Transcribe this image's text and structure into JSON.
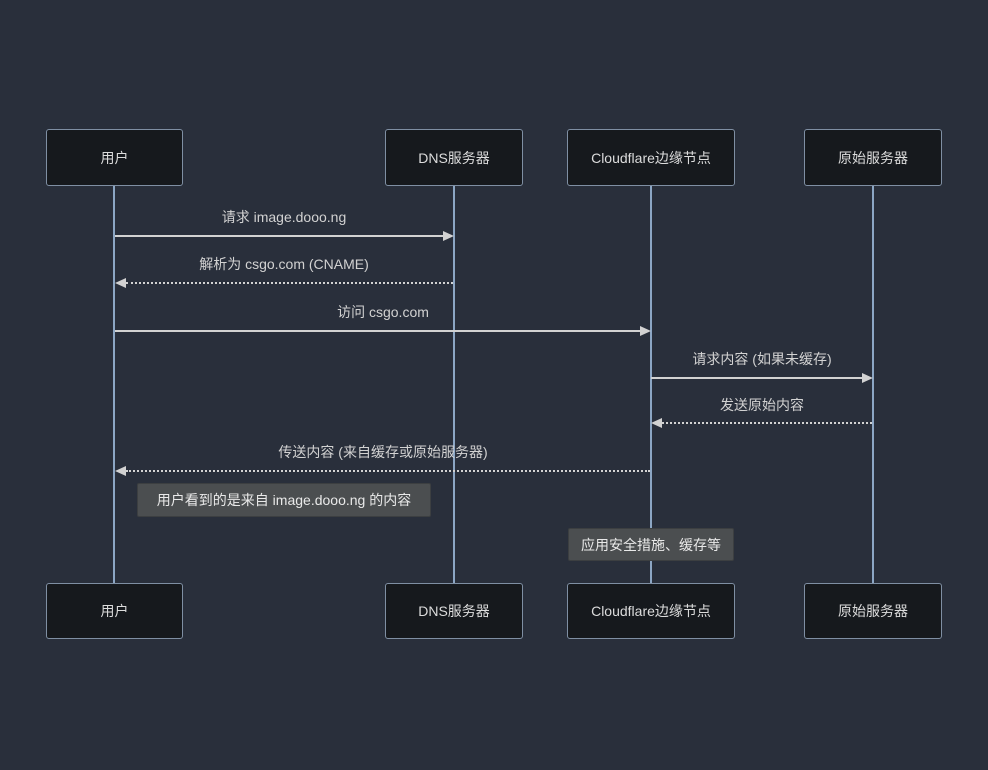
{
  "diagram": {
    "type": "sequence-diagram",
    "participants": [
      {
        "id": "user",
        "label": "用户"
      },
      {
        "id": "dns",
        "label": "DNS服务器"
      },
      {
        "id": "cloudflare",
        "label": "Cloudflare边缘节点"
      },
      {
        "id": "origin",
        "label": "原始服务器"
      }
    ],
    "messages": [
      {
        "from": "用户",
        "to": "DNS服务器",
        "label": "请求 image.dooo.ng",
        "line_style": "solid",
        "direction": "right"
      },
      {
        "from": "DNS服务器",
        "to": "用户",
        "label": "解析为 csgo.com (CNAME)",
        "line_style": "dotted",
        "direction": "left"
      },
      {
        "from": "用户",
        "to": "Cloudflare边缘节点",
        "label": "访问 csgo.com",
        "line_style": "solid",
        "direction": "right"
      },
      {
        "from": "Cloudflare边缘节点",
        "to": "原始服务器",
        "label": "请求内容 (如果未缓存)",
        "line_style": "solid",
        "direction": "right"
      },
      {
        "from": "原始服务器",
        "to": "Cloudflare边缘节点",
        "label": "发送原始内容",
        "line_style": "dotted",
        "direction": "left"
      },
      {
        "from": "Cloudflare边缘节点",
        "to": "用户",
        "label": "传送内容 (来自缓存或原始服务器)",
        "line_style": "dotted",
        "direction": "left"
      }
    ],
    "notes": [
      {
        "anchor": "right of 用户",
        "label": "用户看到的是来自 image.dooo.ng 的内容"
      },
      {
        "anchor": "over Cloudflare边缘节点",
        "label": "应用安全措施、缓存等"
      }
    ],
    "colors": {
      "background": "#292f3b",
      "actor_fill": "#16191d",
      "actor_border": "#7f8fa3",
      "actor_text": "#dcdcdc",
      "lifeline": "#8ca6c4",
      "message_color": "#d2d2d2",
      "note_fill": "#4b4e50",
      "note_border": "#3c3f41",
      "note_text": "#e9e9e9"
    }
  }
}
